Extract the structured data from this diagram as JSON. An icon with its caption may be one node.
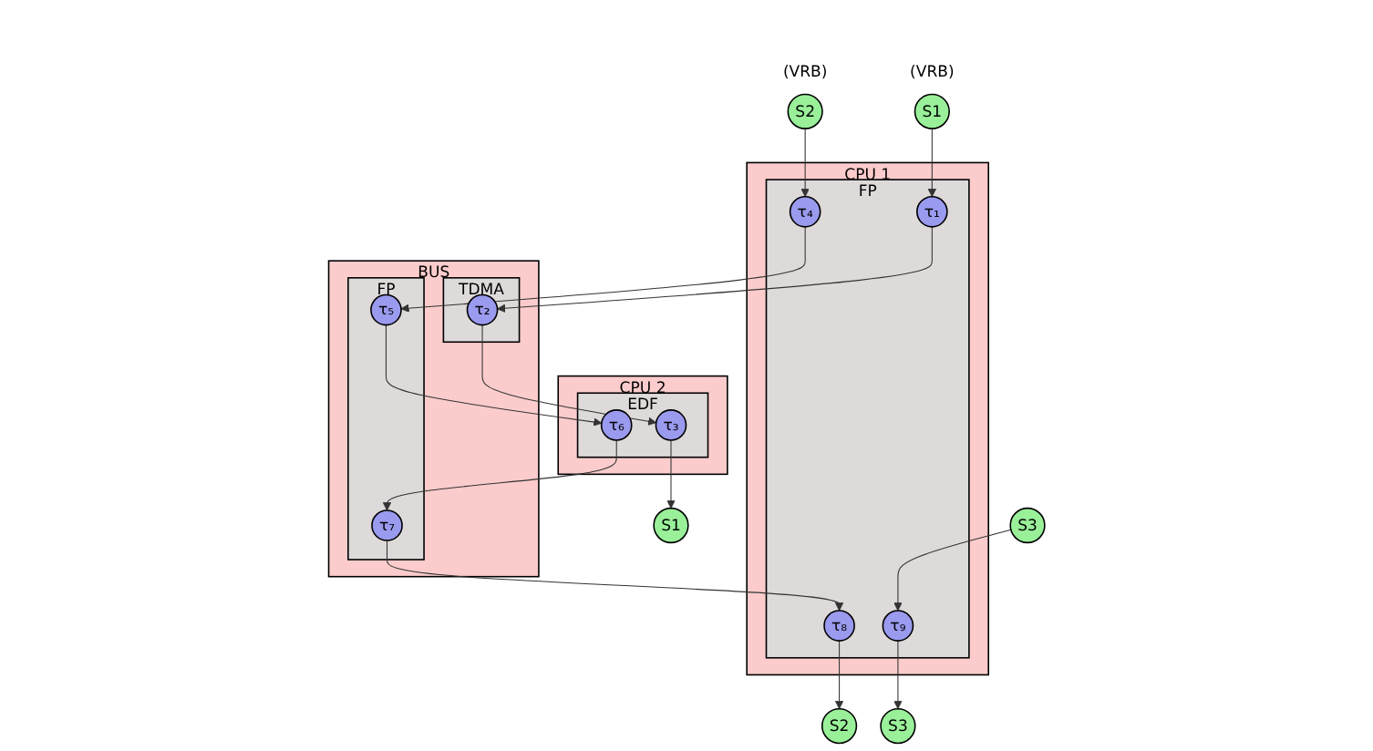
{
  "diagram": {
    "nodes": [
      {
        "text": [
          "CPU 1"
        ]
      },
      {
        "text": [
          "FP"
        ],
        "in": 0
      },
      {
        "text": [
          "τ₁"
        ],
        "in": 1
      },
      {
        "text": [
          "τ₄"
        ],
        "in": 1
      },
      {
        "text": [
          "τ₉"
        ],
        "in": 1
      },
      {
        "text": [
          "τ₈"
        ],
        "in": 1
      },
      {
        "text": [
          "BUS"
        ]
      },
      {
        "text": [
          "TDMA"
        ],
        "in": 6
      },
      {
        "text": [
          "τ₂"
        ],
        "in": 7
      },
      {
        "text": [
          "FP"
        ],
        "in": 6
      },
      {
        "text": [
          "τ₅"
        ],
        "in": 9
      },
      {
        "text": [
          "τ₇"
        ],
        "in": 9
      },
      {
        "text": [
          "CPU 2"
        ]
      },
      {
        "text": [
          "EDF"
        ],
        "in": 12
      },
      {
        "text": [
          "τ₃"
        ],
        "in": 13
      },
      {
        "text": [
          "τ₆"
        ],
        "in": 13
      },
      {
        "text": [
          "S1"
        ],
        "beside": [
          "(VRB)"
        ]
      },
      {
        "text": [
          "S2"
        ],
        "beside": [
          "(VRB)"
        ]
      },
      {
        "text": [
          "S3"
        ]
      },
      {
        "text": [
          "S2"
        ]
      },
      {
        "text": [
          "S3"
        ]
      },
      {
        "text": [
          "S1"
        ]
      }
    ],
    "edges": [
      {
        "from": 16,
        "to": 2,
        "arrow": "to"
      },
      {
        "from": 2,
        "to": 8,
        "arrow": "to"
      },
      {
        "from": 8,
        "to": 14,
        "arrow": "to"
      },
      {
        "from": 14,
        "to": 21,
        "arrow": "to"
      },
      {
        "from": 17,
        "to": 3,
        "arrow": "to"
      },
      {
        "from": 3,
        "to": 10,
        "arrow": "to"
      },
      {
        "from": 10,
        "to": 15,
        "arrow": "to"
      },
      {
        "from": 15,
        "to": 11,
        "arrow": "to"
      },
      {
        "from": 11,
        "to": 5,
        "arrow": "to"
      },
      {
        "from": 5,
        "to": 19,
        "arrow": "to"
      },
      {
        "from": 18,
        "to": 4,
        "arrow": "to"
      },
      {
        "from": 4,
        "to": 20,
        "arrow": "to"
      }
    ]
  }
}
